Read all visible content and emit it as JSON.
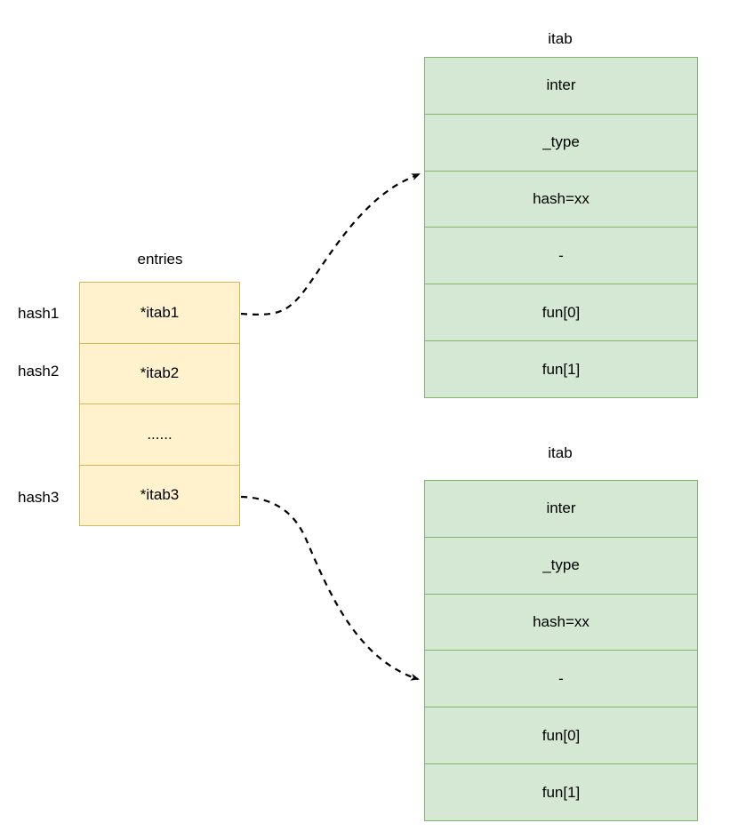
{
  "diagram": {
    "title_entries": "entries",
    "entries_table": {
      "name": "entries",
      "row_labels": [
        "hash1",
        "hash2",
        "",
        "hash3"
      ],
      "cells": [
        "*itab1",
        "*itab2",
        "......",
        "*itab3"
      ]
    },
    "itab_tables": [
      {
        "title": "itab",
        "cells": [
          "inter",
          "_type",
          "hash=xx",
          "-",
          "fun[0]",
          "fun[1]"
        ]
      },
      {
        "title": "itab",
        "cells": [
          "inter",
          "_type",
          "hash=xx",
          "-",
          "fun[0]",
          "fun[1]"
        ]
      }
    ],
    "arrows": [
      {
        "name": "itab1-pointer-arrow",
        "from": "*itab1",
        "to": "itab-1"
      },
      {
        "name": "itab3-pointer-arrow",
        "from": "*itab3",
        "to": "itab-2"
      }
    ],
    "colors": {
      "entries_fill": "#fff2cc",
      "entries_stroke": "#d6b656",
      "itab_fill": "#d5e8d4",
      "itab_stroke": "#82b366",
      "arrow_stroke": "#000000",
      "text": "#000000",
      "background": "#ffffff"
    }
  }
}
